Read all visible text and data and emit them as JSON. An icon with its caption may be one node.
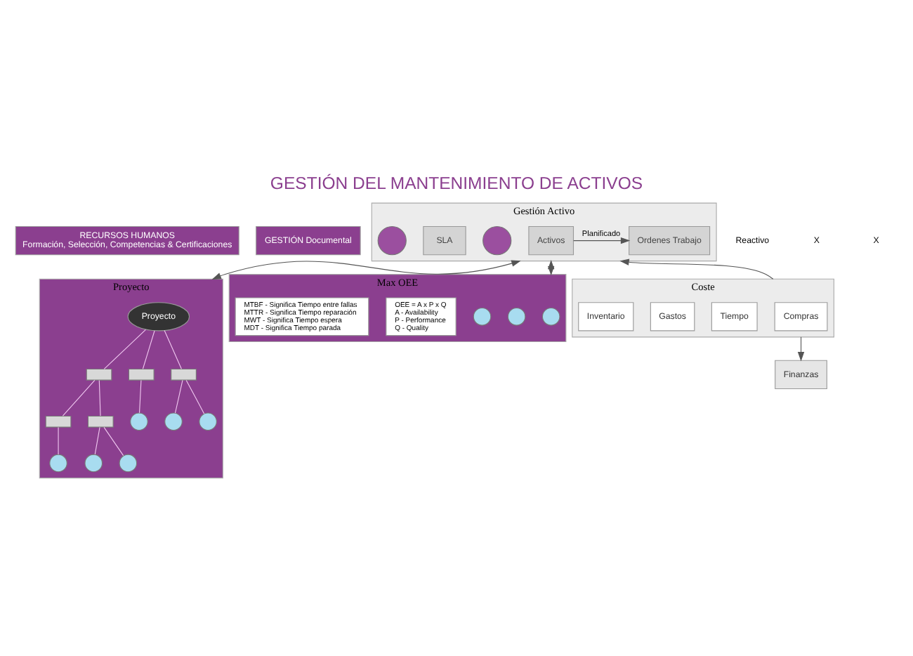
{
  "diagram": {
    "title": "GESTIÓN DEL MANTENIMIENTO DE ACTIVOS",
    "nodes": [
      {
        "text": [
          "RECURSOS HUMANOS",
          "Formación, Selección, Competencias & Certificaciones"
        ]
      },
      {
        "text": [
          "GESTIÓN Documental"
        ]
      },
      {
        "text": [
          "Gestión Activo"
        ]
      },
      {
        "text": [
          "Activos"
        ],
        "in": 2
      },
      {
        "text": [
          "Ordenes Trabajo"
        ],
        "in": 2
      },
      {
        "text": [],
        "shape": "circle",
        "in": 2
      },
      {
        "text": [
          "SLA"
        ],
        "in": 2
      },
      {
        "text": [],
        "shape": "circle",
        "in": 2
      },
      {
        "text": [
          "Proyecto"
        ]
      },
      {
        "text": [
          "Proyecto"
        ],
        "in": 8
      },
      {
        "text": [],
        "shape": "box",
        "in": 8
      },
      {
        "text": [],
        "shape": "box",
        "in": 8
      },
      {
        "text": [],
        "shape": "box",
        "in": 8
      },
      {
        "text": [],
        "shape": "box",
        "in": 8
      },
      {
        "text": [],
        "shape": "box",
        "in": 8
      },
      {
        "text": [],
        "shape": "circle",
        "in": 8
      },
      {
        "text": [],
        "shape": "circle",
        "in": 8
      },
      {
        "text": [],
        "shape": "circle",
        "in": 8
      },
      {
        "text": [],
        "shape": "circle",
        "in": 8
      },
      {
        "text": [],
        "shape": "circle",
        "in": 8
      },
      {
        "text": [],
        "shape": "circle",
        "in": 8
      },
      {
        "text": [
          "Max OEE"
        ]
      },
      {
        "text": [],
        "shape": "circle",
        "in": 21
      },
      {
        "text": [],
        "shape": "circle",
        "in": 21
      },
      {
        "text": [],
        "shape": "circle",
        "in": 21
      },
      {
        "text": [
          "OEE = A x P x Q",
          "A - Availability",
          "P - Performance",
          "Q - Quality"
        ],
        "in": 21
      },
      {
        "text": [
          "MTBF - Significa Tiempo entre fallas",
          "MTTR - Significa Tiempo reparación",
          "MWT - Significa Tiempo espera",
          "MDT - Significa Tiempo parada"
        ],
        "in": 21
      },
      {
        "text": [
          "Coste"
        ]
      },
      {
        "text": [
          "Compras"
        ],
        "in": 27
      },
      {
        "text": [
          "Tiempo"
        ],
        "in": 27
      },
      {
        "text": [
          "Gastos"
        ],
        "in": 27
      },
      {
        "text": [
          "Inventario"
        ],
        "in": 27
      },
      {
        "text": [
          "Finanzas"
        ]
      }
    ],
    "edges": [
      {
        "from": 3,
        "to": 4,
        "arrow": "to",
        "label": "Planificado",
        "color": "#555555"
      },
      {
        "from": 2,
        "to": 8,
        "arrow": "both",
        "color": "#555555"
      },
      {
        "from": 2,
        "to": 21,
        "arrow": "both",
        "color": "#555555"
      },
      {
        "from": 27,
        "to": 2,
        "arrow": "to",
        "color": "#555555"
      },
      {
        "from": 27,
        "to": 32,
        "arrow": "to",
        "color": "#555555"
      },
      {
        "from": 9,
        "to": 10,
        "arrow": "none",
        "color": "#f0c8f0"
      },
      {
        "from": 9,
        "to": 11,
        "arrow": "none",
        "color": "#f0c8f0"
      },
      {
        "from": 9,
        "to": 12,
        "arrow": "none",
        "color": "#f0c8f0"
      },
      {
        "from": 10,
        "to": 13,
        "arrow": "none",
        "color": "#f0c8f0"
      },
      {
        "from": 10,
        "to": 14,
        "arrow": "none",
        "color": "#f0c8f0"
      },
      {
        "from": 13,
        "to": 15,
        "arrow": "none",
        "color": "#f0c8f0"
      },
      {
        "from": 14,
        "to": 16,
        "arrow": "none",
        "color": "#f0c8f0"
      },
      {
        "from": 14,
        "to": 17,
        "arrow": "none",
        "color": "#f0c8f0"
      },
      {
        "from": 11,
        "to": 18,
        "arrow": "none",
        "color": "#f0c8f0"
      },
      {
        "from": 12,
        "to": 19,
        "arrow": "none",
        "color": "#f0c8f0"
      },
      {
        "from": 12,
        "to": 20,
        "arrow": "none",
        "color": "#f0c8f0"
      }
    ],
    "labels": [
      "Reactivo",
      "X",
      "X"
    ]
  }
}
